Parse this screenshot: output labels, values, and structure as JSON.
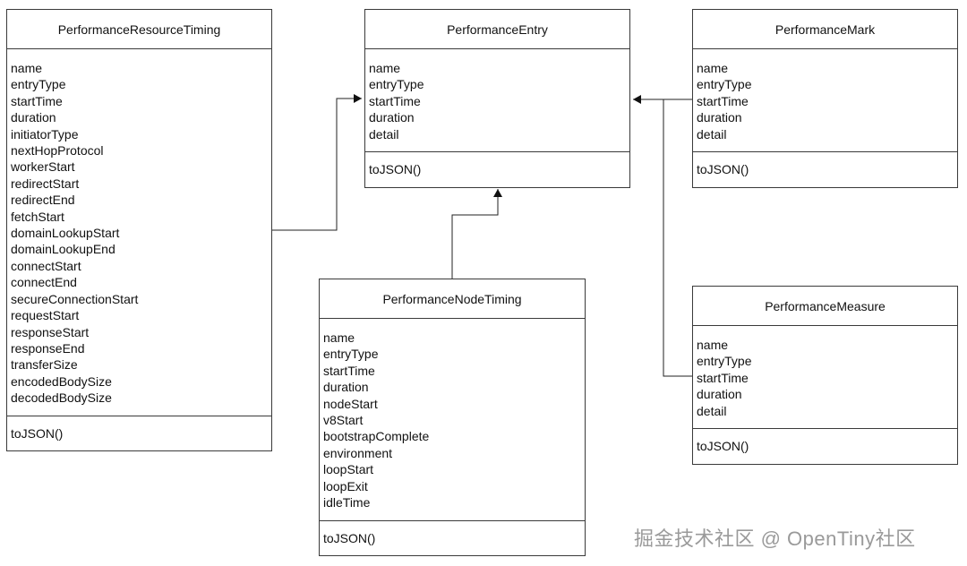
{
  "classes": {
    "resource": {
      "title": "PerformanceResourceTiming",
      "attributes": [
        "name",
        "entryType",
        "startTime",
        "duration",
        "initiatorType",
        "nextHopProtocol",
        "workerStart",
        "redirectStart",
        "redirectEnd",
        "fetchStart",
        "domainLookupStart",
        "domainLookupEnd",
        "connectStart",
        "connectEnd",
        "secureConnectionStart",
        "requestStart",
        "responseStart",
        "responseEnd",
        "transferSize",
        "encodedBodySize",
        "decodedBodySize"
      ],
      "methods": [
        "toJSON()"
      ]
    },
    "entry": {
      "title": "PerformanceEntry",
      "attributes": [
        "name",
        "entryType",
        "startTime",
        "duration",
        "detail"
      ],
      "methods": [
        "toJSON()"
      ]
    },
    "mark": {
      "title": "PerformanceMark",
      "attributes": [
        "name",
        "entryType",
        "startTime",
        "duration",
        "detail"
      ],
      "methods": [
        "toJSON()"
      ]
    },
    "node": {
      "title": "PerformanceNodeTiming",
      "attributes": [
        "name",
        "entryType",
        "startTime",
        "duration",
        "nodeStart",
        "v8Start",
        "bootstrapComplete",
        "environment",
        "loopStart",
        "loopExit",
        "idleTime"
      ],
      "methods": [
        "toJSON()"
      ]
    },
    "measure": {
      "title": "PerformanceMeasure",
      "attributes": [
        "name",
        "entryType",
        "startTime",
        "duration",
        "detail"
      ],
      "methods": [
        "toJSON()"
      ]
    }
  },
  "relations": [
    {
      "from": "PerformanceResourceTiming",
      "to": "PerformanceEntry",
      "type": "inheritance"
    },
    {
      "from": "PerformanceNodeTiming",
      "to": "PerformanceEntry",
      "type": "inheritance"
    },
    {
      "from": "PerformanceMark",
      "to": "PerformanceEntry",
      "type": "inheritance"
    },
    {
      "from": "PerformanceMeasure",
      "to": "PerformanceEntry",
      "type": "inheritance"
    }
  ],
  "watermark": "掘金技术社区 @ OpenTiny社区"
}
